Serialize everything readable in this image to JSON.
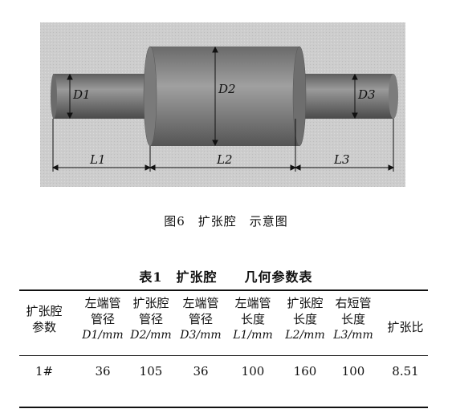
{
  "figure": {
    "labels": {
      "d1": "D1",
      "d2": "D2",
      "d3": "D3",
      "l1": "L1",
      "l2": "L2",
      "l3": "L3"
    },
    "background_color": "#cfcfcf",
    "cylinder_color": "#8a8a8a"
  },
  "caption": "图6　扩张腔　示意图",
  "table": {
    "title": "表1　扩张腔　　几何参数表",
    "headers": [
      {
        "line1": "扩张腔",
        "line2": "参数",
        "unit": ""
      },
      {
        "line1": "左端管",
        "line2": "管径",
        "unit": "D1/mm"
      },
      {
        "line1": "扩张腔",
        "line2": "管径",
        "unit": "D2/mm"
      },
      {
        "line1": "左端管",
        "line2": "管径",
        "unit": "D3/mm"
      },
      {
        "line1": "左端管",
        "line2": "长度",
        "unit": "L1/mm"
      },
      {
        "line1": "扩张腔",
        "line2": "长度",
        "unit": "L2/mm"
      },
      {
        "line1": "右短管",
        "line2": "长度",
        "unit": "L3/mm"
      },
      {
        "line1": "扩张比",
        "line2": "",
        "unit": ""
      }
    ],
    "rows": [
      [
        "1#",
        "36",
        "105",
        "36",
        "100",
        "160",
        "100",
        "8.51"
      ]
    ]
  }
}
